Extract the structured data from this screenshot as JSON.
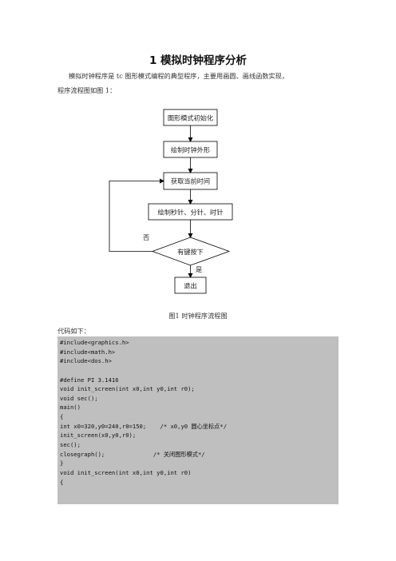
{
  "document": {
    "title": "1 模拟时钟程序分析",
    "intro_line1": "模拟时钟程序是 tc 图形模式编程的典型程序，主要用画圆、画线函数实现，",
    "intro_line2": "程序流程图如图 1：",
    "figure_caption": "图1  时钟程序流程图",
    "code_intro": "代码如下："
  },
  "flowchart": {
    "steps": [
      "图形模式初始化",
      "绘制时钟外形",
      "获取当前时间",
      "绘制秒针、分针、时针"
    ],
    "decision": "有键按下",
    "no_label": "否",
    "yes_label": "是",
    "end": "退出"
  },
  "code_lines": [
    "#include<graphics.h>",
    "#include<math.h>",
    "#include<dos.h>",
    "",
    "#define PI 3.1416",
    "void init_screen(int x0,int y0,int r0);",
    "void sec();",
    "main()",
    "{",
    "int x0=320,y0=240,r0=150;    /* x0,y0 圆心坐标点*/",
    "init_screen(x0,y0,r0);",
    "sec();",
    "closegraph();              /* 关闭图形模式*/",
    "}",
    "void init_screen(int x0,int y0,int r0)",
    "{"
  ]
}
